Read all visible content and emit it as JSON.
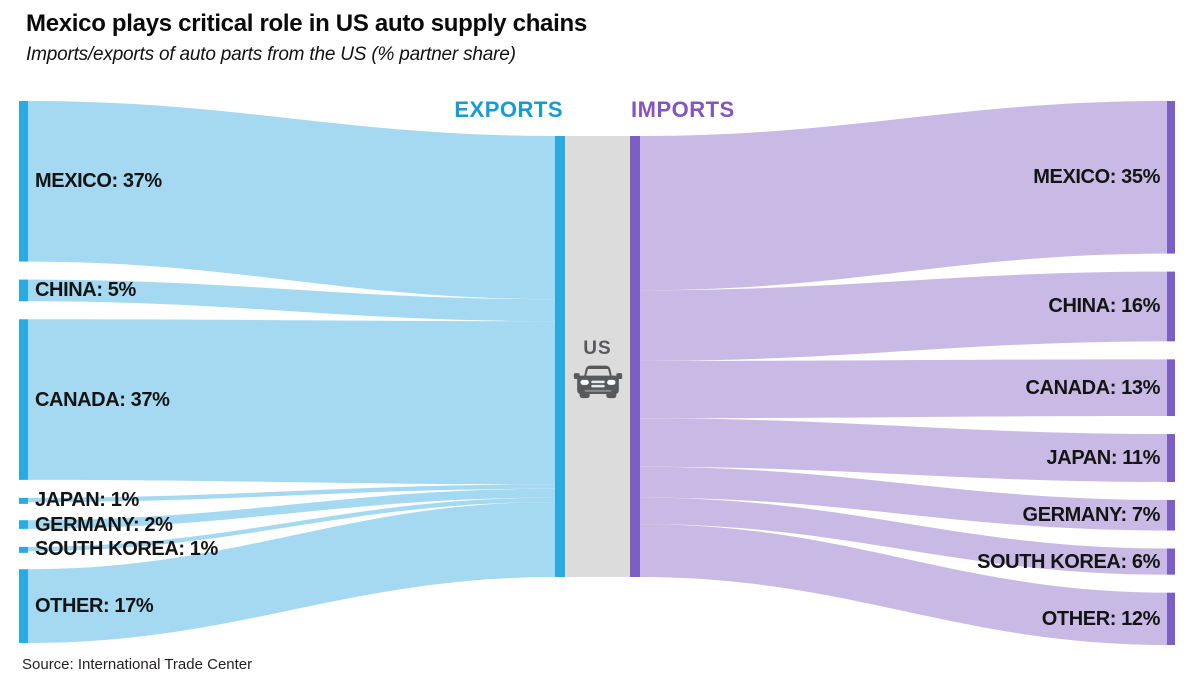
{
  "header": {
    "title": "Mexico plays critical role in US auto supply chains",
    "subtitle": "Imports/exports of auto parts from the US (% partner share)"
  },
  "footer": {
    "source": "Source: International Trade Center"
  },
  "colors": {
    "export_node": "#29abe2",
    "export_flow": "#a5d9f2",
    "exports_label": "#169bd7",
    "import_node": "#7d5fc4",
    "import_flow": "#c9bae5",
    "imports_label": "#8455c1",
    "center_band": "#dcdcdd",
    "us_gray": "#58595b",
    "label_text": "#141414"
  },
  "chart_data": {
    "type": "sankey",
    "center_node": "US",
    "center_icon": "car-icon",
    "exports_column_label": "EXPORTS",
    "imports_column_label": "IMPORTS",
    "exports": [
      {
        "partner": "MEXICO",
        "share": 37,
        "label": "MEXICO: 37%"
      },
      {
        "partner": "CHINA",
        "share": 5,
        "label": "CHINA: 5%"
      },
      {
        "partner": "CANADA",
        "share": 37,
        "label": "CANADA: 37%"
      },
      {
        "partner": "JAPAN",
        "share": 1,
        "label": "JAPAN: 1%"
      },
      {
        "partner": "GERMANY",
        "share": 2,
        "label": "GERMANY: 2%"
      },
      {
        "partner": "SOUTH KOREA",
        "share": 1,
        "label": "SOUTH KOREA: 1%"
      },
      {
        "partner": "OTHER",
        "share": 17,
        "label": "OTHER: 17%"
      }
    ],
    "imports": [
      {
        "partner": "MEXICO",
        "share": 35,
        "label": "MEXICO: 35%"
      },
      {
        "partner": "CHINA",
        "share": 16,
        "label": "CHINA: 16%"
      },
      {
        "partner": "CANADA",
        "share": 13,
        "label": "CANADA: 13%"
      },
      {
        "partner": "JAPAN",
        "share": 11,
        "label": "JAPAN: 11%"
      },
      {
        "partner": "GERMANY",
        "share": 7,
        "label": "GERMANY: 7%"
      },
      {
        "partner": "SOUTH KOREA",
        "share": 6,
        "label": "SOUTH KOREA: 6%"
      },
      {
        "partner": "OTHER",
        "share": 12,
        "label": "OTHER: 12%"
      }
    ]
  }
}
